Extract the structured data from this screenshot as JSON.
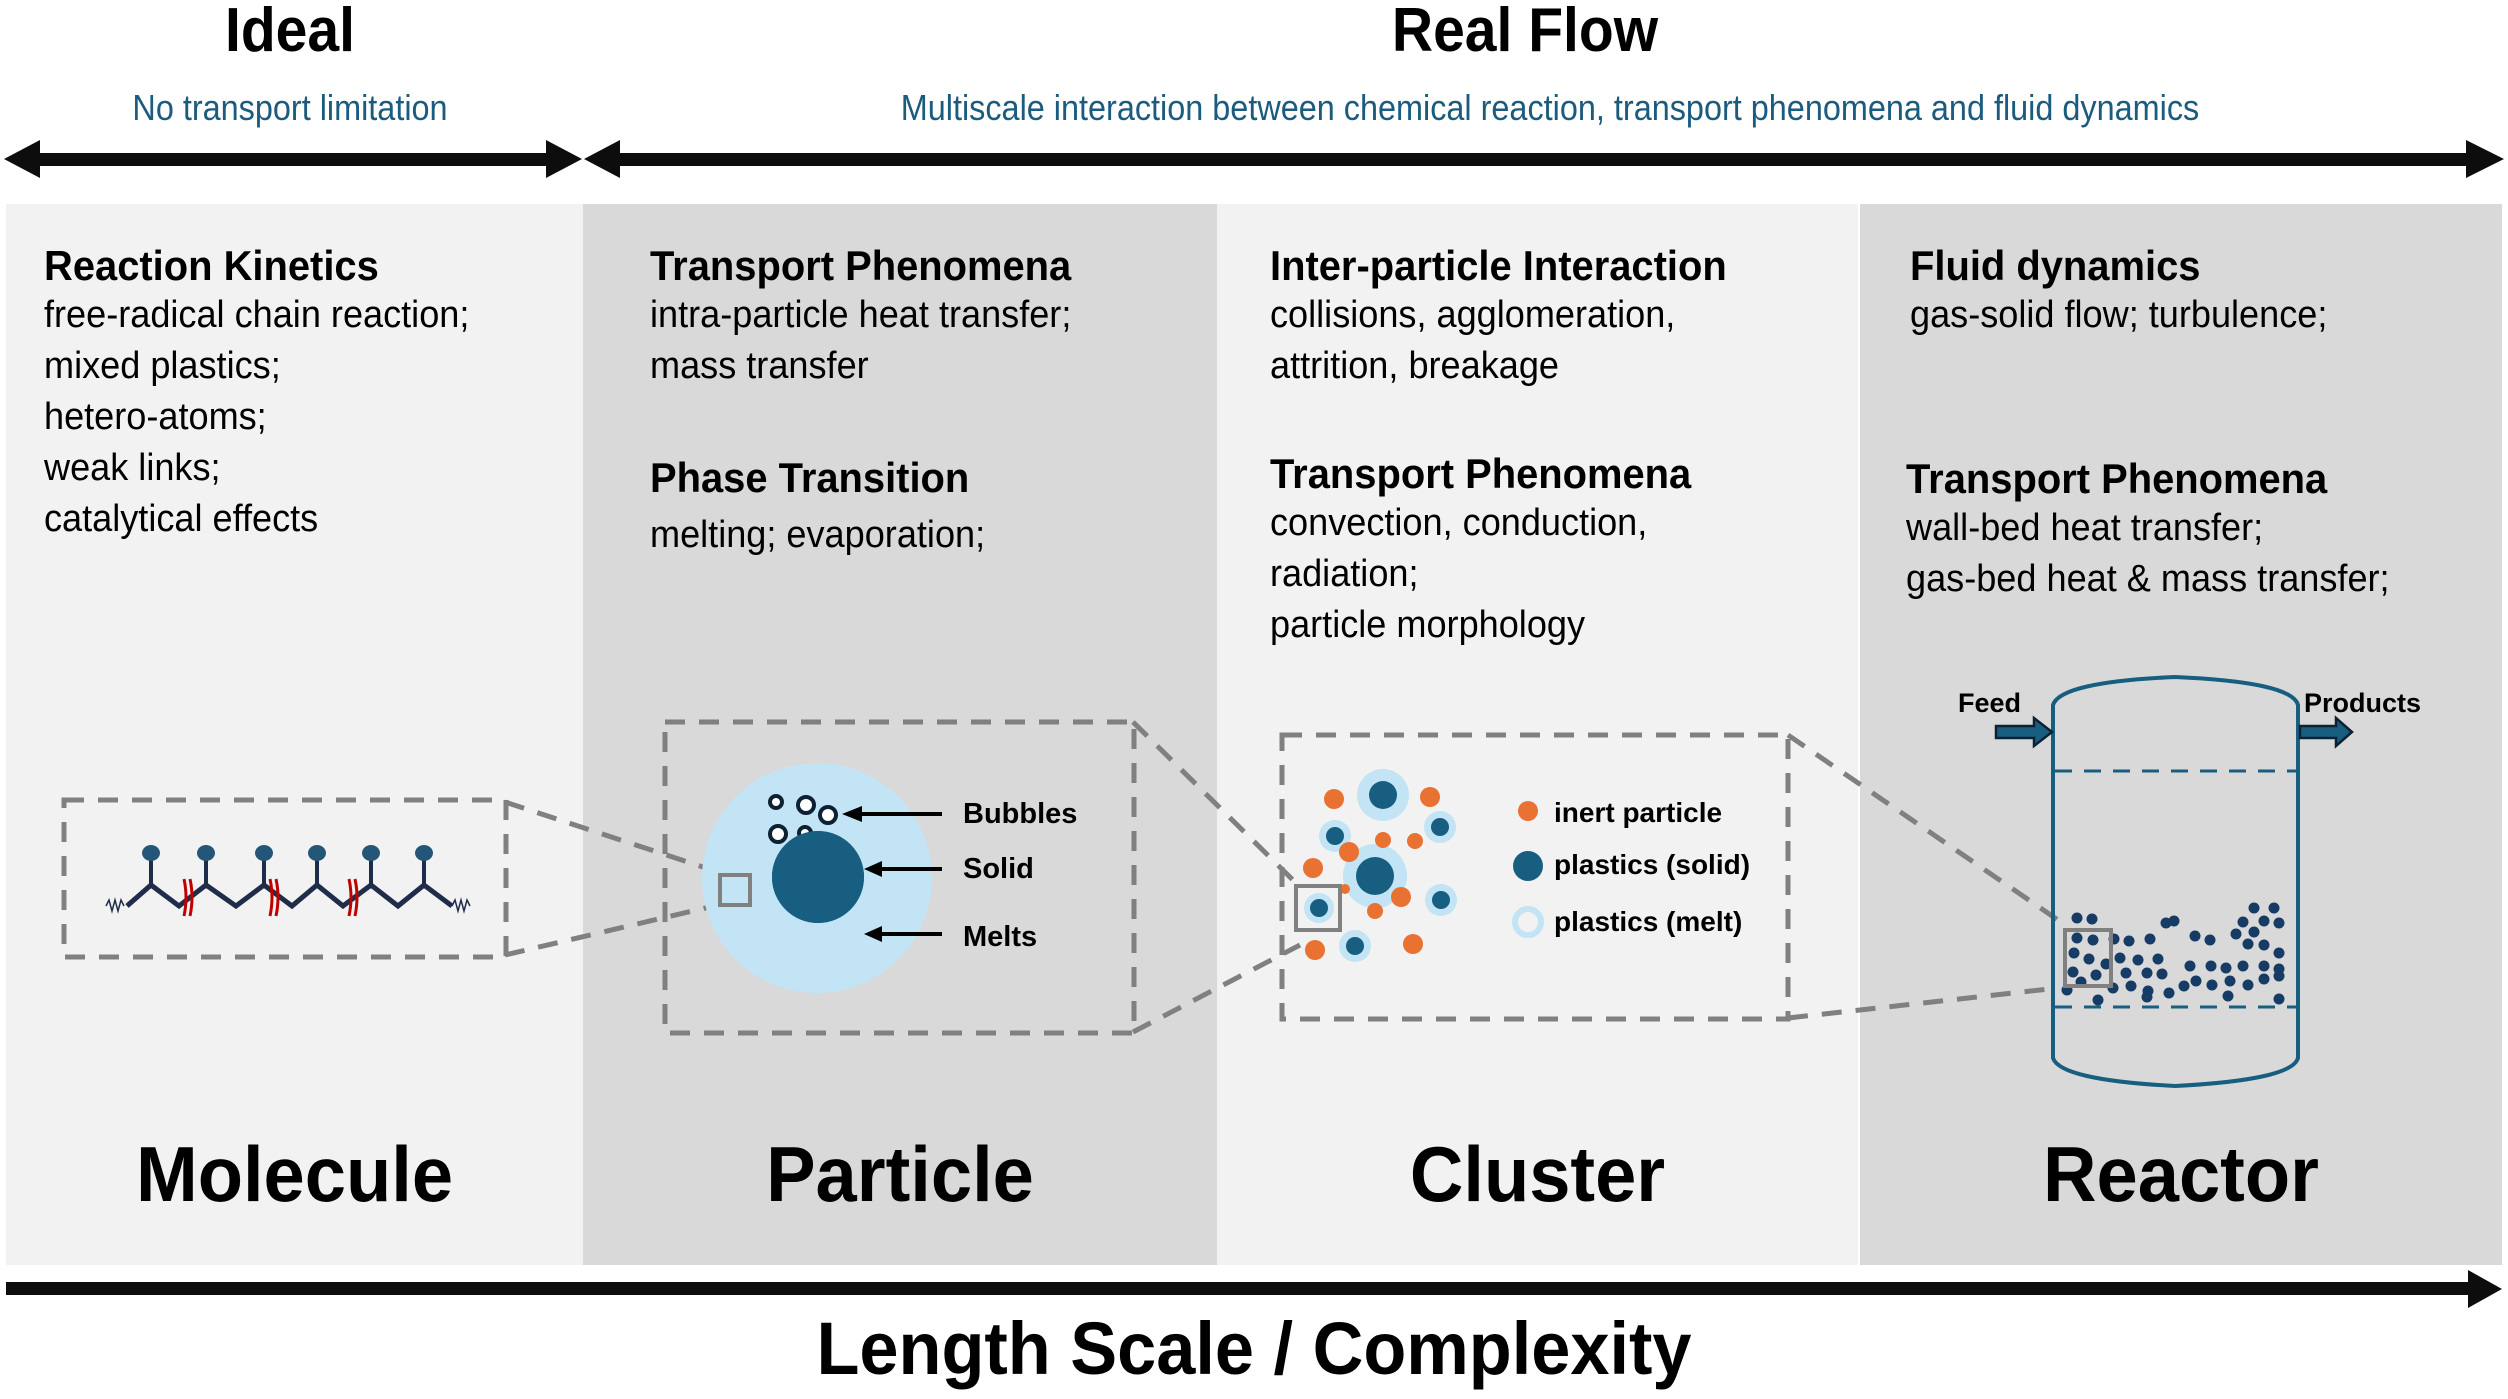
{
  "header": {
    "ideal": {
      "title": "Ideal",
      "subtitle": "No transport limitation"
    },
    "real_flow": {
      "title": "Real Flow",
      "subtitle": "Multiscale interaction between chemical reaction, transport phenomena and fluid dynamics"
    }
  },
  "panels": [
    {
      "scale": "Molecule",
      "sections": [
        {
          "title": "Reaction Kinetics",
          "lines": [
            "free-radical chain reaction;",
            "mixed plastics;",
            "hetero-atoms;",
            "weak links;",
            "catalytical effects"
          ]
        }
      ]
    },
    {
      "scale": "Particle",
      "sections": [
        {
          "title": "Transport Phenomena",
          "lines": [
            "intra-particle heat transfer;",
            "mass transfer"
          ]
        },
        {
          "title": "Phase Transition",
          "lines": [
            "melting; evaporation;"
          ]
        }
      ],
      "labels": {
        "bubbles": "Bubbles",
        "solid": "Solid",
        "melts": "Melts"
      }
    },
    {
      "scale": "Cluster",
      "sections": [
        {
          "title": "Inter-particle Interaction",
          "lines": [
            "collisions, agglomeration,",
            "attrition, breakage"
          ]
        },
        {
          "title": "Transport Phenomena",
          "lines": [
            "convection, conduction,",
            "radiation;",
            "particle morphology"
          ]
        }
      ],
      "legend": {
        "inert": "inert particle",
        "solid": "plastics (solid)",
        "melt": "plastics (melt)"
      }
    },
    {
      "scale": "Reactor",
      "sections": [
        {
          "title": "Fluid dynamics",
          "lines": [
            "gas-solid flow; turbulence;"
          ]
        },
        {
          "title": "Transport Phenomena",
          "lines": [
            "wall-bed heat transfer;",
            "gas-bed heat & mass transfer;"
          ]
        }
      ],
      "labels": {
        "feed": "Feed",
        "products": "Products"
      }
    }
  ],
  "axis": {
    "label": "Length Scale / Complexity"
  },
  "colors": {
    "accent_blue": "#1b5b7e",
    "plastic_solid": "#175e80",
    "plastic_melt": "#c2e4f4",
    "inert": "#e97132",
    "bond_break": "#c00000",
    "chain": "#1f2d4b",
    "bed_particle": "#163c66",
    "dash_gray": "#808080"
  }
}
